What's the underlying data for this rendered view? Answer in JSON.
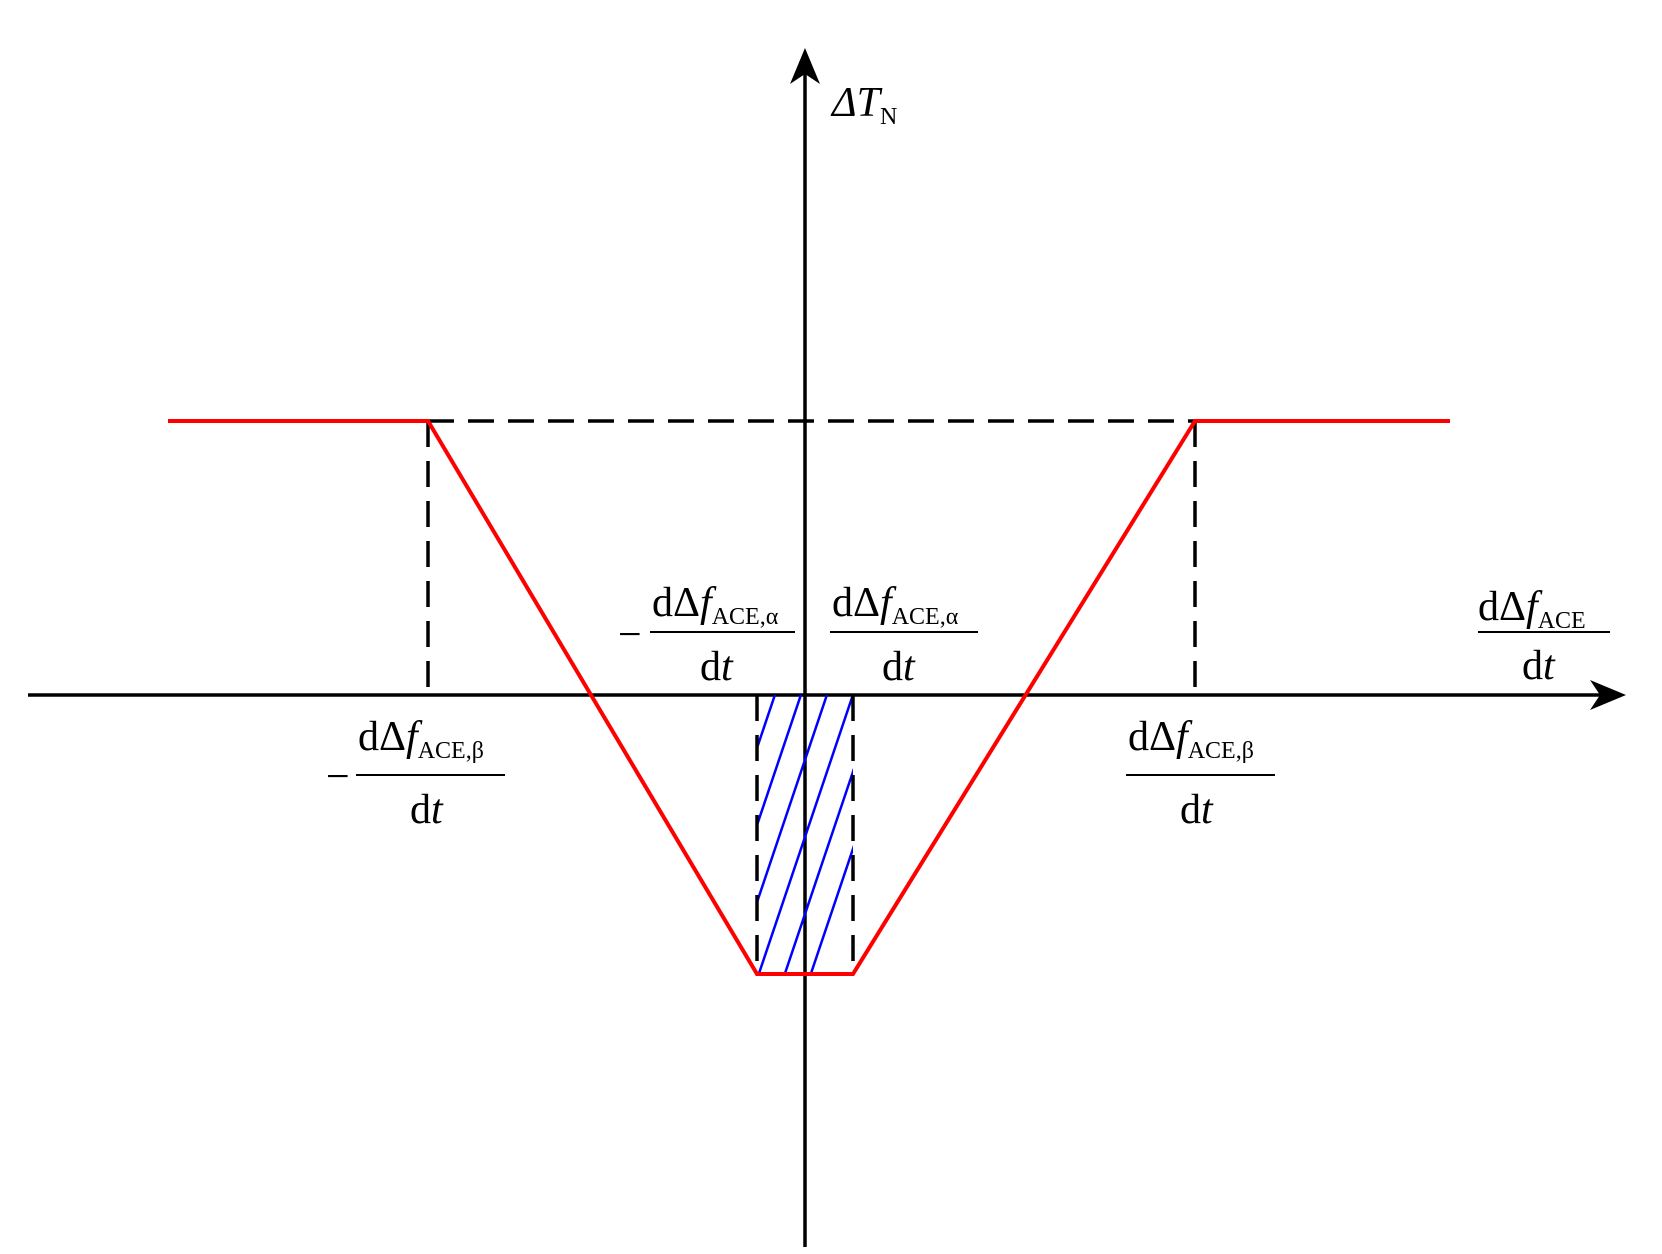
{
  "colors": {
    "axis": "#000000",
    "curve": "#ff0000",
    "hatch": "#0000ff",
    "guide": "#000000",
    "background": "#ffffff"
  },
  "labels": {
    "y_axis": {
      "symbol": "ΔT",
      "subscript": "N"
    },
    "x_axis": {
      "numerator_prefix": "dΔ",
      "f": "f",
      "subscript": "ACE",
      "den_d": "d",
      "den_t": "t"
    },
    "neg_alpha": {
      "sign": "−",
      "numerator_prefix": "dΔ",
      "f": "f",
      "subscript": "ACE,α",
      "den_d": "d",
      "den_t": "t"
    },
    "pos_alpha": {
      "numerator_prefix": "dΔ",
      "f": "f",
      "subscript": "ACE,α",
      "den_d": "d",
      "den_t": "t"
    },
    "neg_beta": {
      "sign": "−",
      "numerator_prefix": "dΔ",
      "f": "f",
      "subscript": "ACE,β",
      "den_d": "d",
      "den_t": "t"
    },
    "pos_beta": {
      "numerator_prefix": "dΔ",
      "f": "f",
      "subscript": "ACE,β",
      "den_d": "d",
      "den_t": "t"
    }
  }
}
